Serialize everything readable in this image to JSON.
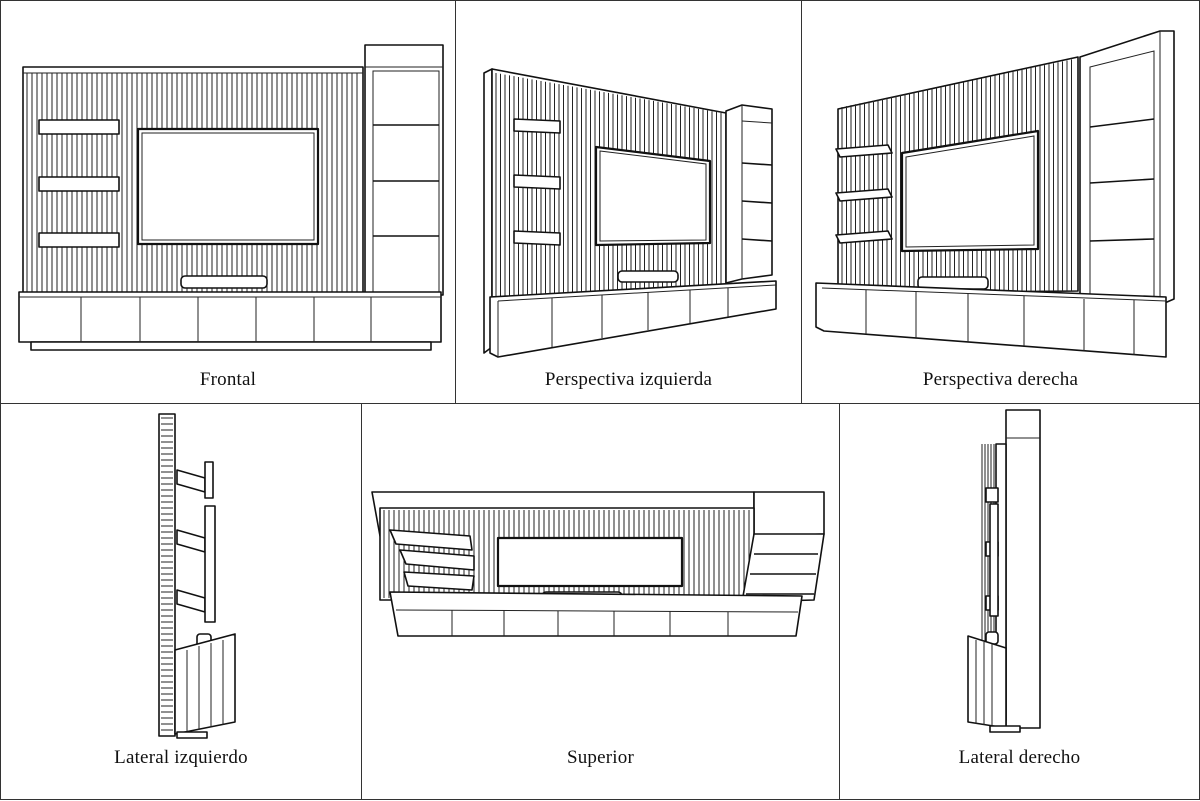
{
  "views": [
    {
      "id": "frontal",
      "caption": "Frontal"
    },
    {
      "id": "perspectiva-izquierda",
      "caption": "Perspectiva izquierda"
    },
    {
      "id": "perspectiva-derecha",
      "caption": "Perspectiva derecha"
    },
    {
      "id": "lateral-izquierdo",
      "caption": "Lateral izquierdo"
    },
    {
      "id": "superior",
      "caption": "Superior"
    },
    {
      "id": "lateral-derecho",
      "caption": "Lateral derecho"
    }
  ]
}
